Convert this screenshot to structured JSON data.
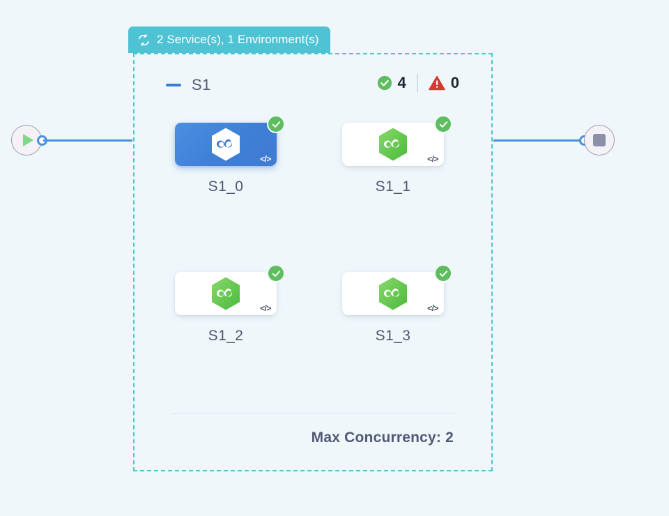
{
  "canvas": {
    "background_color": "#eff7fb"
  },
  "start_node": {
    "icon": "play-icon",
    "port": "output-port"
  },
  "end_node": {
    "icon": "stop-icon",
    "port": "input-port"
  },
  "group": {
    "header": {
      "icon": "loop-icon",
      "label": "2 Service(s), 1 Environment(s)",
      "color": "#4fc3d4"
    },
    "border_color": "#4fc3d4",
    "title": "S1",
    "collapse_icon": "minus-icon",
    "status": {
      "success": {
        "icon": "check-circle-icon",
        "count": "4",
        "color": "#5ebd5e"
      },
      "warning": {
        "icon": "warning-triangle-icon",
        "count": "0",
        "color": "#d13c30"
      }
    },
    "footer": {
      "label": "Max Concurrency: 2"
    },
    "nodes": [
      {
        "label": "S1_0",
        "selected": true,
        "status_icon": "check-circle-icon",
        "code_badge": "</>",
        "hex_icon": "node-hexagon-icon"
      },
      {
        "label": "S1_1",
        "selected": false,
        "status_icon": "check-circle-icon",
        "code_badge": "</>",
        "hex_icon": "node-hexagon-icon"
      },
      {
        "label": "S1_2",
        "selected": false,
        "status_icon": "check-circle-icon",
        "code_badge": "</>",
        "hex_icon": "node-hexagon-icon"
      },
      {
        "label": "S1_3",
        "selected": false,
        "status_icon": "check-circle-icon",
        "code_badge": "</>",
        "hex_icon": "node-hexagon-icon"
      }
    ]
  }
}
